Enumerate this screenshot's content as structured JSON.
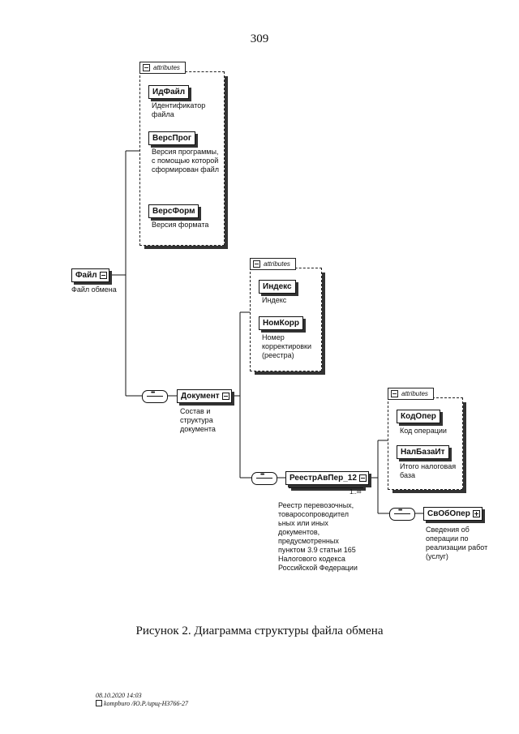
{
  "page_number": "309",
  "attributes_label": "attributes",
  "root": {
    "name": "Файл",
    "description": "Файл обмена"
  },
  "file_attributes": [
    {
      "name": "ИдФайл",
      "description": "Идентификатор файла"
    },
    {
      "name": "ВерсПрог",
      "description": "Версия программы, с помощью которой сформирован файл"
    },
    {
      "name": "ВерсФорм",
      "description": "Версия формата"
    }
  ],
  "document": {
    "name": "Документ",
    "description": "Состав и структура документа"
  },
  "document_attributes": [
    {
      "name": "Индекс",
      "description": "Индекс"
    },
    {
      "name": "НомКорр",
      "description": "Номер корректировки (реестра)"
    }
  ],
  "registry": {
    "name": "РеестрАвПер_12",
    "multiplicity": "1..∞",
    "description": "Реестр перевозочных, товаросопроводител ьных или иных документов, предусмотренных пунктом 3.9 статьи 165 Налогового кодекса Российской Федерации"
  },
  "registry_attributes": [
    {
      "name": "КодОпер",
      "description": "Код операции"
    },
    {
      "name": "НалБазаИт",
      "description": "Итого налоговая база"
    }
  ],
  "operation": {
    "name": "СвОбОпер",
    "description": "Сведения об операции по реализации работ (услуг)"
  },
  "caption": "Рисунок 2. Диаграмма структуры файла обмена",
  "footer": {
    "line1": "08.10.2020 14:03",
    "line2": "kompburo /Ю.Р./ирщ-НЗ766-27"
  }
}
